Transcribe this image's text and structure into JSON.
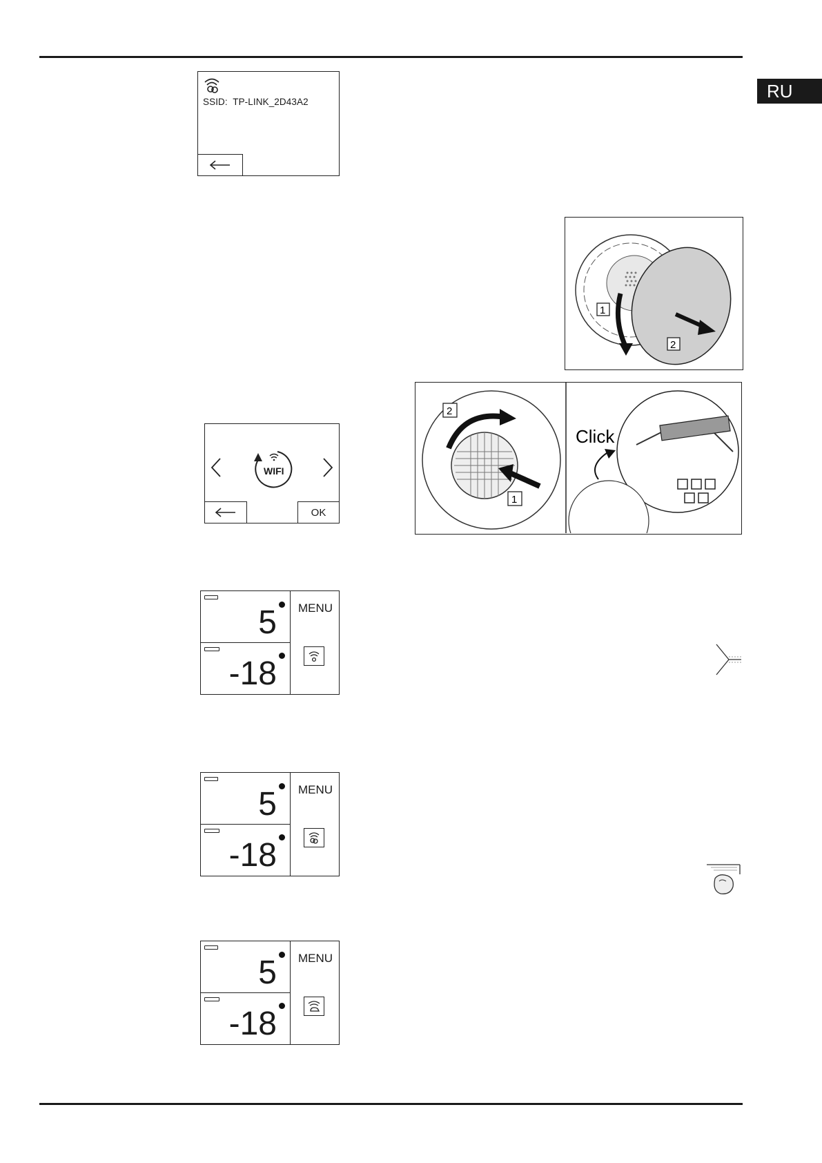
{
  "page": {
    "language_tab": "RU"
  },
  "wifi_info_screen": {
    "ssid_label": "SSID:",
    "ssid_value": "TP-LINK_2D43A2",
    "back_label": "←"
  },
  "wifi_select_screen": {
    "prev_label": "<",
    "next_label": ">",
    "wifi_label": "WIFI",
    "back_label": "←",
    "ok_label": "OK"
  },
  "temp_displays": [
    {
      "fridge_temp": "5",
      "freezer_temp": "-18",
      "menu_label": "MENU",
      "icon": "wifi-icon"
    },
    {
      "fridge_temp": "5",
      "freezer_temp": "-18",
      "menu_label": "MENU",
      "icon": "wifi-connecting-icon"
    },
    {
      "fridge_temp": "5",
      "freezer_temp": "-18",
      "menu_label": "MENU",
      "icon": "wifi-cloud-icon"
    }
  ],
  "filter_removal_illustration": {
    "step1_label": "1",
    "step2_label": "2"
  },
  "filter_install_illustration": {
    "step1_label": "1",
    "step2_label": "2",
    "click_label": "Click"
  }
}
